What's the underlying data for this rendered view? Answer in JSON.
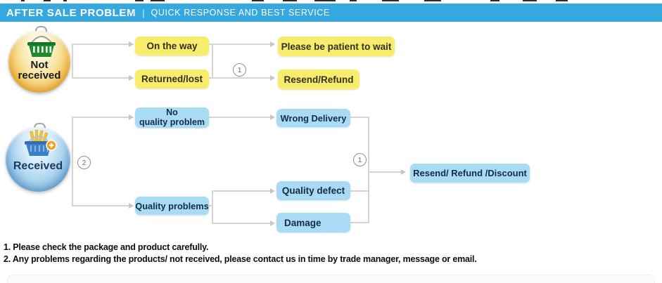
{
  "header": {
    "title": "AFTER SALE PROBLEM",
    "separator": "|",
    "subtitle": "QUICK RESPONSE AND BEST SERVICE"
  },
  "flowchart": {
    "start_nodes": {
      "not_received": {
        "line1": "Not",
        "line2": "received",
        "icon": "green-shopping-basket-icon"
      },
      "received": {
        "label": "Received",
        "icon": "blue-shopping-basket-plus-icon"
      }
    },
    "step_badges": {
      "not_received_branch": "1",
      "received_branch": "2",
      "received_merge": "1"
    },
    "boxes": {
      "on_the_way": "On the way",
      "returned_lost": "Returned/lost",
      "please_be_patient": "Please be patient to wait",
      "resend_refund": "Resend/Refund",
      "no_quality_problem_line1": "No",
      "no_quality_problem_line2": "quality problem",
      "quality_problems": "Quality problems",
      "wrong_delivery": "Wrong Delivery",
      "quality_defect": "Quality defect",
      "damage": "Damage",
      "resend_refund_discount": "Resend/ Refund /Discount"
    }
  },
  "notes": {
    "line1": "1. Please check the package and product carefully.",
    "line2": "2. Any problems regarding the products/ not received, please contact us in time by trade manager, message or email."
  },
  "colors": {
    "header_bg": "#35a8e0",
    "yellow_box": "#f8ec6d",
    "blue_box": "#a9dcf4",
    "connector": "#d4d4d4",
    "not_received_circle": "#e9a22b",
    "received_circle": "#5f9ccb"
  }
}
